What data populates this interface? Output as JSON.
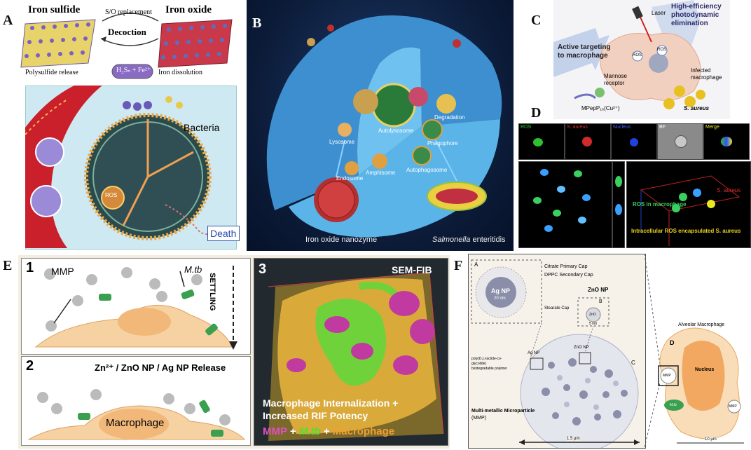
{
  "panelA": {
    "label": "A",
    "iron_sulfide": "Iron sulfide",
    "iron_oxide": "Iron oxide",
    "replacement": "S/O replacement",
    "decoction": "Decoction",
    "polysulfide": "Polysulfide release",
    "center_formula": "H₂Sₙ + Fe²⁺",
    "iron_dissolution": "Iron dissolution",
    "bacteria": "Bacteria",
    "ros": "ROS",
    "death": "Death"
  },
  "panelB": {
    "label": "B",
    "autolysosome": "Autolysosome",
    "degradation": "Degradation",
    "lysosome": "Lysosome",
    "phagophore": "Phagophore",
    "amphisome": "Amphisome",
    "autophagosome": "Autophagosome",
    "endosome": "Endosome",
    "nanozyme": "Iron oxide nanozyme",
    "salmonella_genus": "Salmonella",
    "salmonella_species": "enteritidis"
  },
  "panelC": {
    "label": "C",
    "laser": "Laser",
    "high_eff": "High-efficiency photodynamic elimination",
    "active_targeting": "Active targeting to macrophage",
    "mannose": "Mannose receptor",
    "ros": "ROS",
    "infected": "Infected macrophage",
    "mpep": "MPepP₁₆(Cu²⁺)",
    "saureus": "S. aureus"
  },
  "panelD": {
    "label": "D",
    "channels": [
      "ROS",
      "S. aureus",
      "Nucleus",
      "BF",
      "Merge"
    ],
    "ros_in_macrophage": "ROS in macrophage",
    "saureus": "S. aureus",
    "intracellular": "Intracellular ROS encapsulated S. aureus"
  },
  "panelE": {
    "label": "E",
    "num1": "1",
    "mmp": "MMP",
    "mtb": "M.tb",
    "settling": "SETTLING",
    "num2": "2",
    "release": "Zn²⁺ / ZnO NP / Ag NP Release",
    "macrophage": "Macrophage",
    "num3": "3",
    "semfib": "SEM-FIB",
    "caption1": "Macrophage Internalization +",
    "caption2": "Increased RIF Potency",
    "legend_mmp": "MMP",
    "legend_plus1": " + ",
    "legend_mtb": "M.tb",
    "legend_plus2": " + ",
    "legend_macro": "Macrophage"
  },
  "panelF": {
    "label": "F",
    "a": "A",
    "citrate": "Citrate Primary Cap",
    "dppc": "DPPC Secondary Cap",
    "agnp": "Ag NP",
    "twentynm": "20 nm",
    "znonp": "ZnO NP",
    "b": "B",
    "stearate": "Stearate Cap",
    "zno": "ZnO",
    "fivenm": "5 nm",
    "agnp_small": "Ag NP",
    "znonp_small": "ZnO NP",
    "c": "C",
    "polymer": "poly(D,L-lactide-co-glycolide) biodegradable polymer",
    "multi": "Multi-metallic Microparticle",
    "mmp_abbr": "(MMP)",
    "onefive": "1.5 μm",
    "alveolar": "Alveolar Macrophage",
    "d": "D",
    "nucleus": "Nucleus",
    "mmp": "MMP",
    "mtb": "M.tb",
    "mmp2": "MMP",
    "tenum": "10 μm"
  }
}
